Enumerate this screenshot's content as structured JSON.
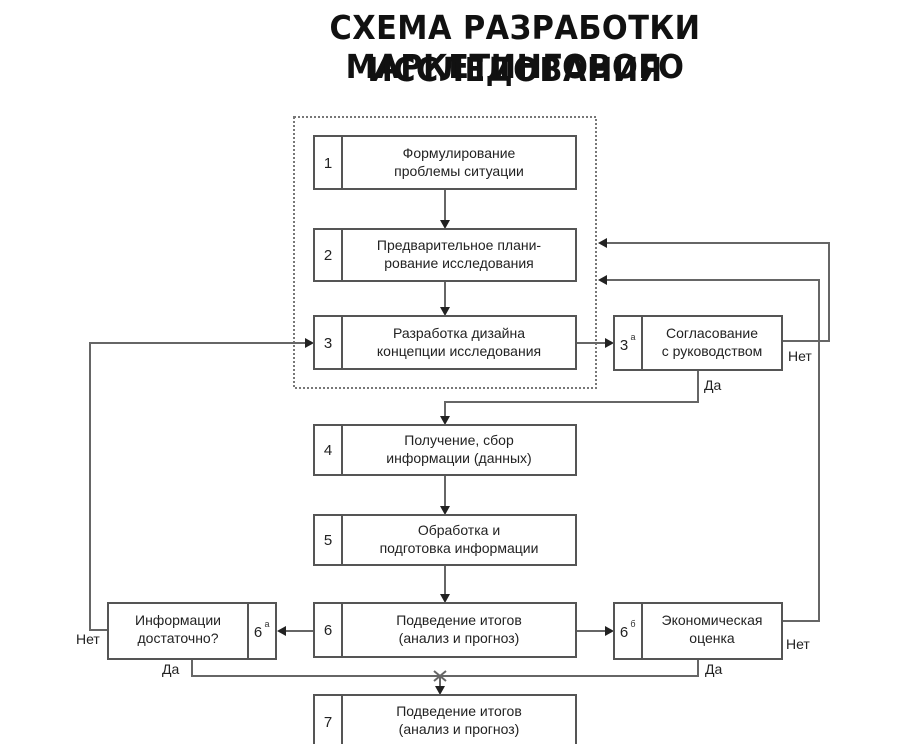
{
  "title": {
    "line1": "СХЕМА РАЗРАБОТКИ МАРКЕТИНГОВОГО",
    "line2": "ИССЛЕДОВАНИЯ"
  },
  "steps": [
    {
      "id": "1",
      "num": "1",
      "sup": "",
      "lines": [
        "Формулирование",
        "проблемы ситуации"
      ]
    },
    {
      "id": "2",
      "num": "2",
      "sup": "",
      "lines": [
        "Предварительное плани-",
        "рование исследования"
      ]
    },
    {
      "id": "3",
      "num": "3",
      "sup": "",
      "lines": [
        "Разработка дизайна",
        "концепции исследования"
      ]
    },
    {
      "id": "3a",
      "num": "3",
      "sup": "а",
      "lines": [
        "Согласование",
        "с руководством"
      ]
    },
    {
      "id": "4",
      "num": "4",
      "sup": "",
      "lines": [
        "Получение, сбор",
        "информации (данных)"
      ]
    },
    {
      "id": "5",
      "num": "5",
      "sup": "",
      "lines": [
        "Обработка и",
        "подготовка информации"
      ]
    },
    {
      "id": "6",
      "num": "6",
      "sup": "",
      "lines": [
        "Подведение итогов",
        "(анализ и прогноз)"
      ]
    },
    {
      "id": "6a",
      "num": "6",
      "sup": "а",
      "lines": [
        "Информации",
        "достаточно?"
      ]
    },
    {
      "id": "6b",
      "num": "6",
      "sup": "б",
      "lines": [
        "Экономическая",
        "оценка"
      ]
    },
    {
      "id": "7",
      "num": "7",
      "sup": "",
      "lines": [
        "Подведение итогов",
        "(анализ и прогноз)"
      ]
    }
  ],
  "labels": {
    "yes": "Да",
    "no": "Нет"
  }
}
